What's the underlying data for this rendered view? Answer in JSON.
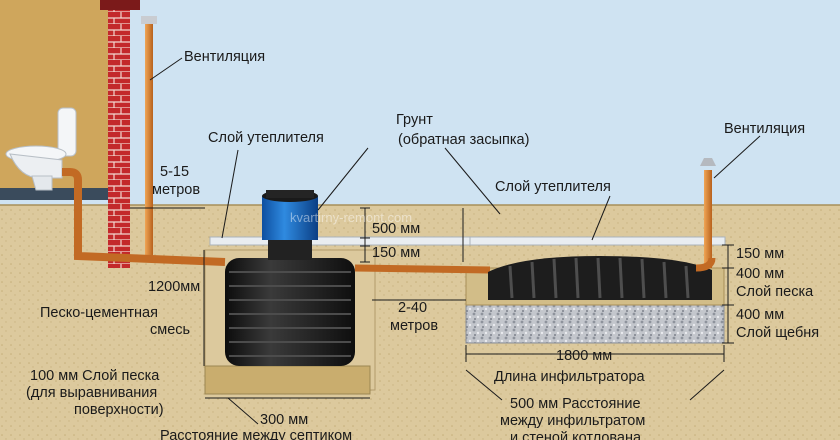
{
  "labels": {
    "vent_left": "Вентиляция",
    "vent_right": "Вентиляция",
    "insulation_left": "Слой утеплителя",
    "insulation_right": "Слой утеплителя",
    "soil_line1": "Грунт",
    "soil_line2": "(обратная засыпка)",
    "dist_house_1": "5-15",
    "dist_house_2": "метров",
    "dim_500": "500 мм",
    "dim_150_left": "150 мм",
    "dim_1200": "1200мм",
    "mix_1": "Песко-цементная",
    "mix_2": "смесь",
    "dist_mid_1": "2-40",
    "dist_mid_2": "метров",
    "dim_150_right": "150 мм",
    "sand_400": "400 мм",
    "sand_label": "Слой песка",
    "gravel_400": "400 мм",
    "gravel_label": "Слой щебня",
    "dim_1800": "1800 мм",
    "infil_len": "Длина инфильтратора",
    "sand_100_1": "100 мм Слой песка",
    "sand_100_2": "(для выравнивания",
    "sand_100_3": "поверхности)",
    "dim_300": "300 мм",
    "dist_septic": "Расстояние между септиком",
    "dist_infil_1": "500 мм Расстояние",
    "dist_infil_2": "между инфильтратом",
    "dist_infil_3": "и стеной котлована",
    "watermark": "kvartirny-remont.com"
  },
  "colors": {
    "sky": "#cfe3f2",
    "soil": "#d9c79a",
    "brick": "#c0282a",
    "pipe": "#d8812f",
    "tank": "#1c1c1c",
    "gravel": "#b8bcc4",
    "house_wall": "#cfa65c"
  }
}
